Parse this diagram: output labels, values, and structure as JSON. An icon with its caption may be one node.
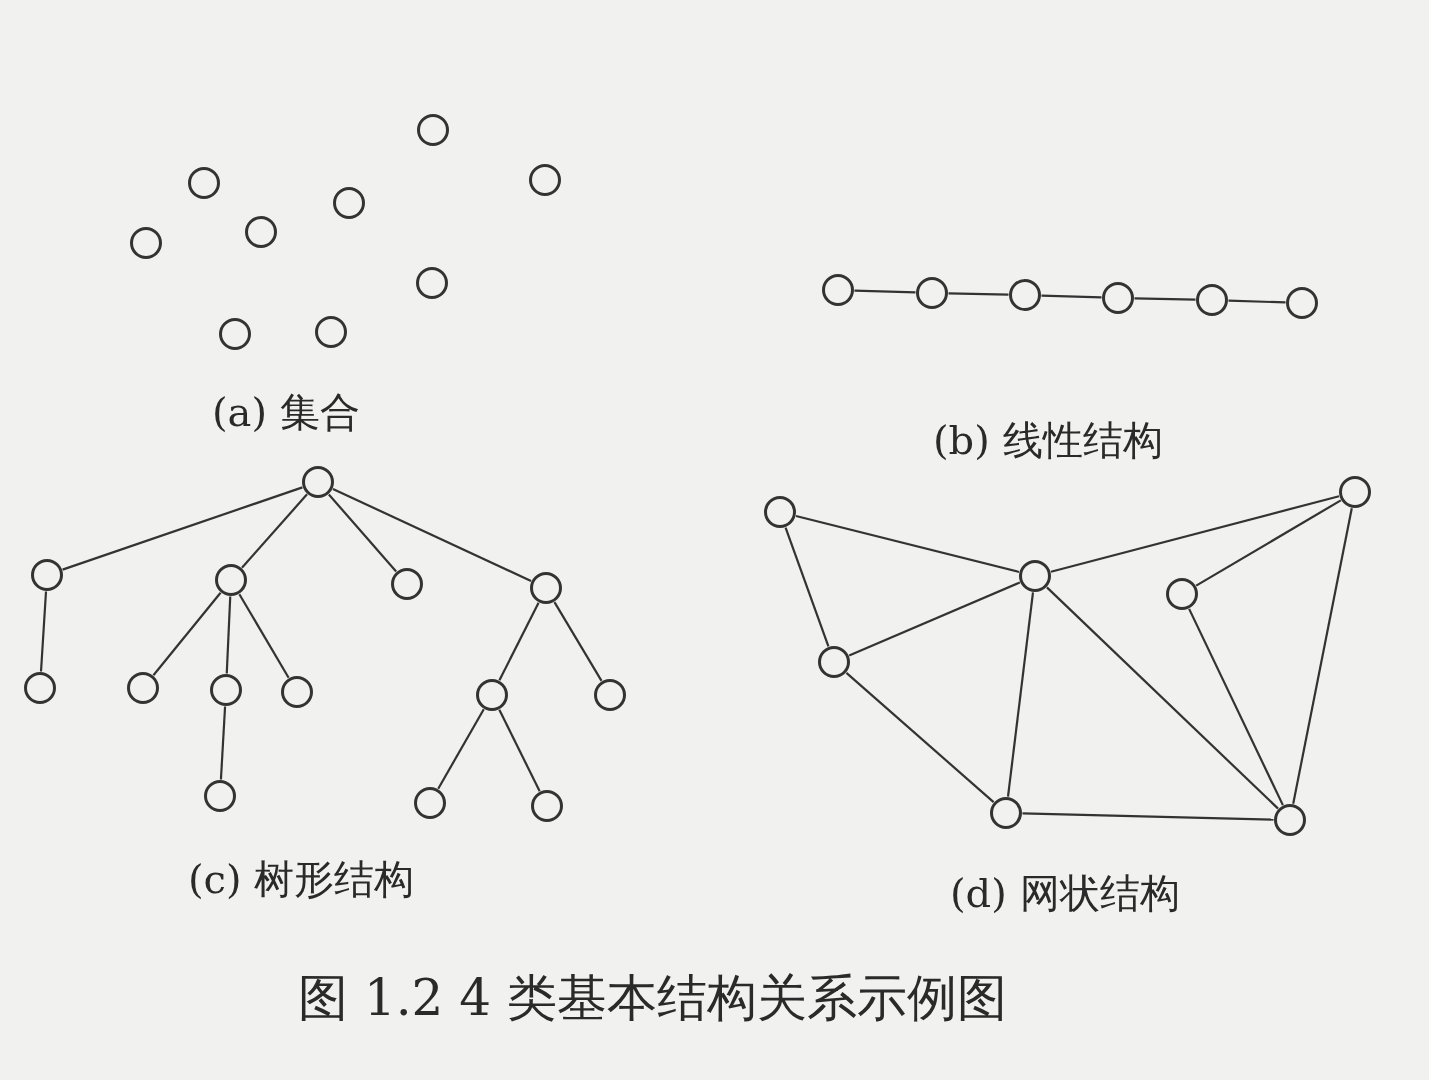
{
  "diagram": {
    "caption": "图 1.2 4 类基本结构关系示例图",
    "nodes": [
      {
        "text": [],
        "shape": "circle"
      },
      {
        "text": [],
        "shape": "circle"
      },
      {
        "text": [],
        "shape": "circle"
      },
      {
        "text": [],
        "shape": "circle"
      },
      {
        "text": [],
        "shape": "circle"
      },
      {
        "text": [],
        "shape": "circle"
      },
      {
        "text": [],
        "shape": "circle"
      },
      {
        "text": [],
        "shape": "circle"
      },
      {
        "text": [],
        "shape": "circle"
      },
      {
        "text": [],
        "shape": "circle"
      },
      {
        "text": [],
        "shape": "circle"
      },
      {
        "text": [],
        "shape": "circle"
      },
      {
        "text": [],
        "shape": "circle"
      },
      {
        "text": [],
        "shape": "circle"
      },
      {
        "text": [],
        "shape": "circle"
      },
      {
        "text": [],
        "shape": "circle"
      },
      {
        "text": [],
        "shape": "circle"
      },
      {
        "text": [],
        "shape": "circle"
      },
      {
        "text": [],
        "shape": "circle"
      },
      {
        "text": [],
        "shape": "circle"
      },
      {
        "text": [],
        "shape": "circle"
      },
      {
        "text": [],
        "shape": "circle"
      },
      {
        "text": [],
        "shape": "circle"
      },
      {
        "text": [],
        "shape": "circle"
      },
      {
        "text": [],
        "shape": "circle"
      },
      {
        "text": [],
        "shape": "circle"
      },
      {
        "text": [],
        "shape": "circle"
      },
      {
        "text": [],
        "shape": "circle"
      },
      {
        "text": [],
        "shape": "circle"
      },
      {
        "text": [],
        "shape": "circle"
      },
      {
        "text": [],
        "shape": "circle"
      },
      {
        "text": [],
        "shape": "circle"
      },
      {
        "text": [],
        "shape": "circle"
      },
      {
        "text": [],
        "shape": "circle"
      },
      {
        "text": [],
        "shape": "circle"
      },
      {
        "text": [],
        "shape": "circle"
      }
    ],
    "edges": [
      {
        "from": 9,
        "to": 10,
        "arrow": "none"
      },
      {
        "from": 10,
        "to": 11,
        "arrow": "none"
      },
      {
        "from": 11,
        "to": 12,
        "arrow": "none"
      },
      {
        "from": 12,
        "to": 13,
        "arrow": "none"
      },
      {
        "from": 13,
        "to": 14,
        "arrow": "none"
      },
      {
        "from": 15,
        "to": 16,
        "arrow": "none"
      },
      {
        "from": 15,
        "to": 17,
        "arrow": "none"
      },
      {
        "from": 15,
        "to": 18,
        "arrow": "none"
      },
      {
        "from": 15,
        "to": 19,
        "arrow": "none"
      },
      {
        "from": 16,
        "to": 20,
        "arrow": "none"
      },
      {
        "from": 17,
        "to": 21,
        "arrow": "none"
      },
      {
        "from": 17,
        "to": 22,
        "arrow": "none"
      },
      {
        "from": 17,
        "to": 23,
        "arrow": "none"
      },
      {
        "from": 19,
        "to": 24,
        "arrow": "none"
      },
      {
        "from": 19,
        "to": 25,
        "arrow": "none"
      },
      {
        "from": 22,
        "to": 26,
        "arrow": "none"
      },
      {
        "from": 24,
        "to": 27,
        "arrow": "none"
      },
      {
        "from": 24,
        "to": 28,
        "arrow": "none"
      },
      {
        "from": 29,
        "to": 31,
        "arrow": "none"
      },
      {
        "from": 31,
        "to": 30,
        "arrow": "none"
      },
      {
        "from": 29,
        "to": 33,
        "arrow": "none"
      },
      {
        "from": 33,
        "to": 31,
        "arrow": "none"
      },
      {
        "from": 31,
        "to": 34,
        "arrow": "none"
      },
      {
        "from": 31,
        "to": 35,
        "arrow": "none"
      },
      {
        "from": 32,
        "to": 30,
        "arrow": "none"
      },
      {
        "from": 32,
        "to": 35,
        "arrow": "none"
      },
      {
        "from": 30,
        "to": 35,
        "arrow": "none"
      },
      {
        "from": 33,
        "to": 34,
        "arrow": "none"
      },
      {
        "from": 34,
        "to": 35,
        "arrow": "none"
      }
    ],
    "labels": [
      "(a) 集合",
      "(b) 线性结构",
      "(c) 树形结构",
      "(d) 网状结构"
    ]
  }
}
